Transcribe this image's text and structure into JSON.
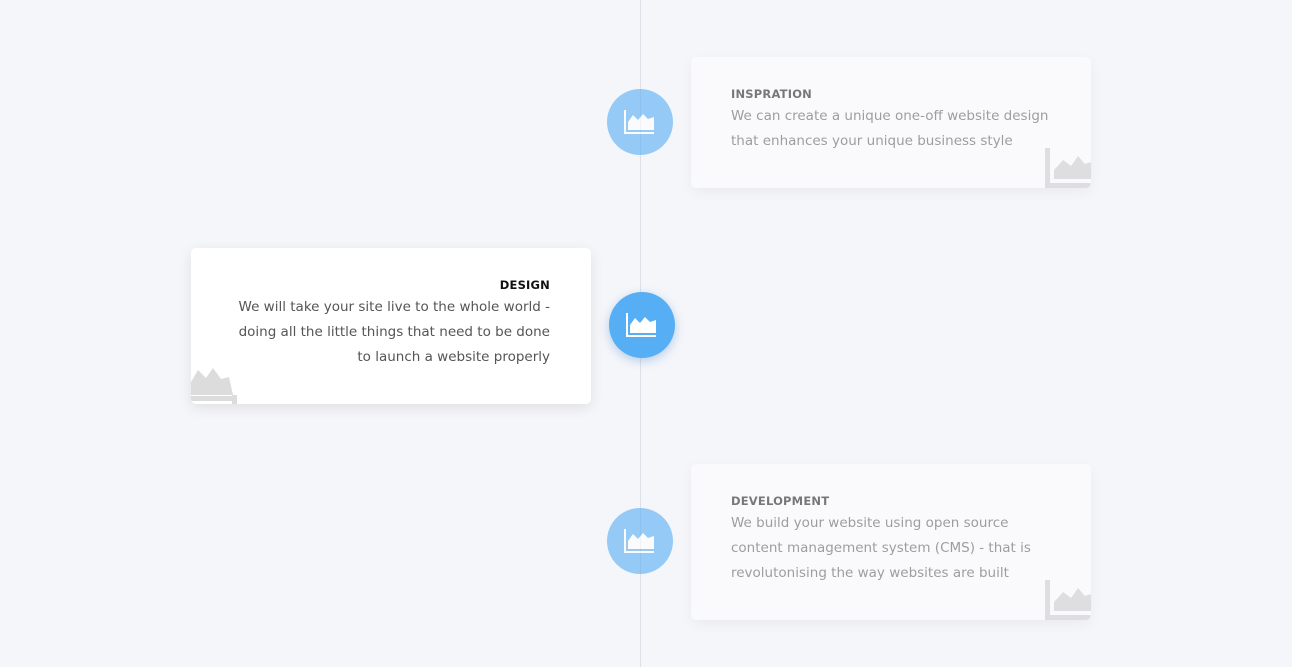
{
  "colors": {
    "background": "#f5f6fa",
    "accent": "#56aef5",
    "card": "#ffffff",
    "title": "#111111",
    "text": "#555555",
    "corner_icon": "#dcdcdc"
  },
  "timeline": {
    "items": [
      {
        "title": "INSPRATION",
        "text": "We can create a unique one-off website design that enhances your unique business style",
        "icon": "area-chart-icon",
        "side": "right",
        "active": false
      },
      {
        "title": "DESIGN",
        "text": "We will take your site live to the whole world - doing all the little things that need to be done to launch a website properly",
        "icon": "area-chart-icon",
        "side": "left",
        "active": true
      },
      {
        "title": "DEVELOPMENT",
        "text": "We build your website using open source content management system (CMS) - that is revolutonising the way websites are built",
        "icon": "area-chart-icon",
        "side": "right",
        "active": false
      }
    ]
  }
}
